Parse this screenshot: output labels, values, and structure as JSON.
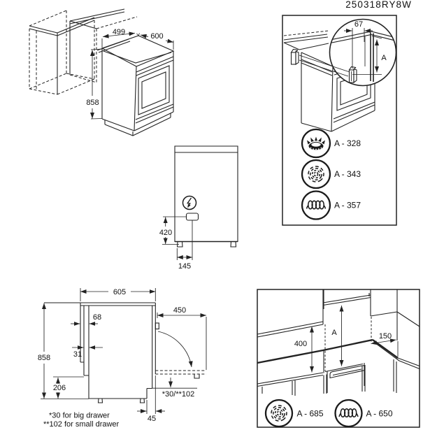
{
  "document_code": "250318RY8W",
  "perspective_view": {
    "dims": {
      "depth_top": "499",
      "width_top": "600",
      "height": "858"
    }
  },
  "corner_detail_panel": {
    "dims": {
      "bracket_offset": "67",
      "height_ref": "A"
    },
    "hob_variants": [
      {
        "icon": "gas-burner",
        "label": "A - 328"
      },
      {
        "icon": "radiant",
        "label": "A - 343"
      },
      {
        "icon": "coil",
        "label": "A - 357"
      }
    ]
  },
  "rear_view": {
    "dims": {
      "terminal_height": "420",
      "terminal_offset": "145"
    }
  },
  "side_view": {
    "dims": {
      "depth": "605",
      "rear_top_gap": "68",
      "rear_mid_gap": "31",
      "height": "858",
      "rear_plinth_height": "206",
      "door_open_depth": "450",
      "drawer_gap": "*30/**102",
      "plinth_inset": "45"
    },
    "notes": [
      "*30 for big drawer",
      "**102 for small drawer"
    ]
  },
  "clearance_panel": {
    "dims": {
      "cabinet_clearance": "400",
      "hood_clearance": "A",
      "side_clearance": "150"
    },
    "hob_variants": [
      {
        "icon": "radiant",
        "label": "A - 685"
      },
      {
        "icon": "coil",
        "label": "A - 650"
      }
    ]
  }
}
